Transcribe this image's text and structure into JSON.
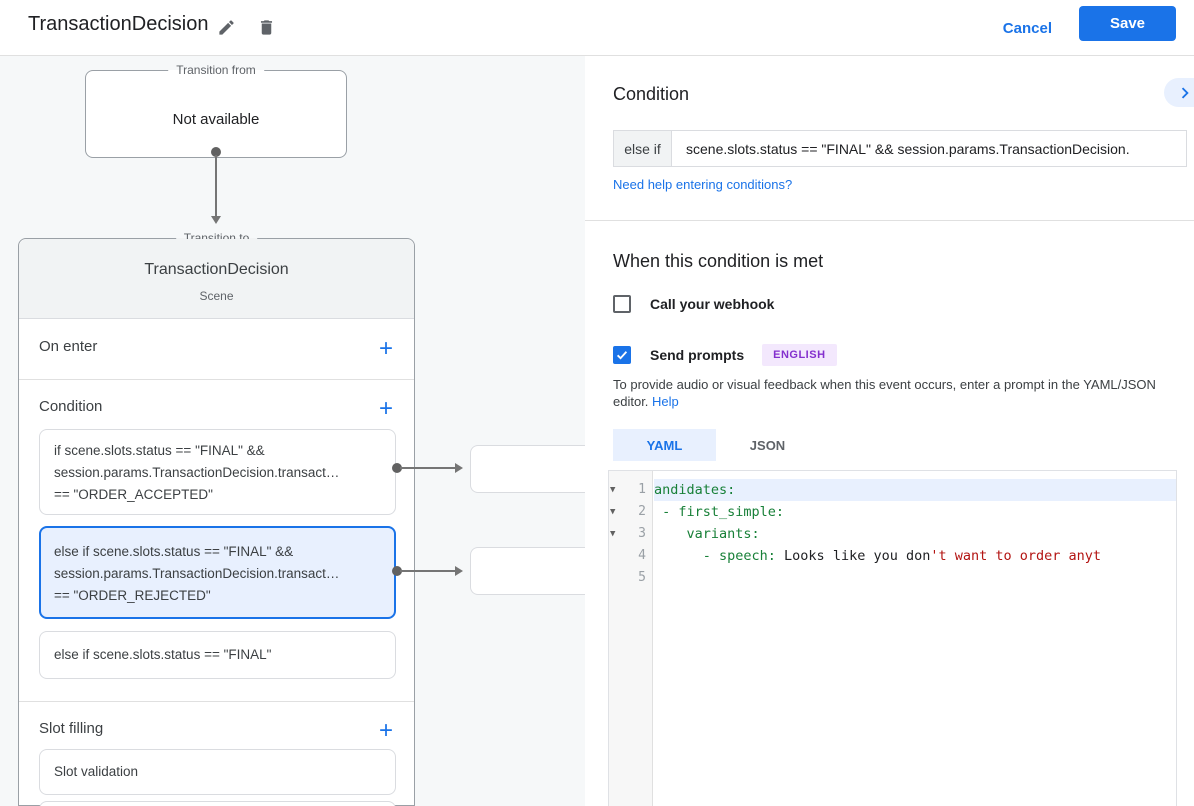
{
  "colors": {
    "accent": "#1a73e8",
    "selection_bg": "#e8f0fe",
    "canvas_bg": "#f6f8f9",
    "code_key_green": "#188038",
    "code_string_red": "#b31412",
    "badge_text": "#8430ce",
    "badge_bg": "#f3e8fd"
  },
  "header": {
    "title": "TransactionDecision",
    "cancel": "Cancel",
    "save": "Save"
  },
  "diagram": {
    "from_box": {
      "legend": "Transition from",
      "value": "Not available"
    },
    "scene": {
      "legend": "Transition to",
      "title": "TransactionDecision",
      "type": "Scene",
      "on_enter_label": "On enter",
      "condition_label": "Condition",
      "conditions": [
        {
          "selected": false,
          "lines": [
            "if scene.slots.status == \"FINAL\" &&",
            "session.params.TransactionDecision.transact…",
            "== \"ORDER_ACCEPTED\""
          ]
        },
        {
          "selected": true,
          "lines": [
            "else if scene.slots.status == \"FINAL\" &&",
            "session.params.TransactionDecision.transact…",
            "== \"ORDER_REJECTED\""
          ]
        },
        {
          "selected": false,
          "lines": [
            "else if scene.slots.status == \"FINAL\""
          ]
        }
      ],
      "slot_filling_label": "Slot filling",
      "slot_card": "Slot validation"
    }
  },
  "panel": {
    "title": "Condition",
    "condition_prefix": "else if",
    "condition_value": "scene.slots.status == \"FINAL\" && session.params.TransactionDecision.",
    "help_link": "Need help entering conditions?",
    "when_heading": "When this condition is met",
    "webhook_label": "Call your webhook",
    "prompts_label": "Send prompts",
    "language_badge": "ENGLISH",
    "hint_text": "To provide audio or visual feedback when this event occurs, enter a prompt in the YAML/JSON editor.",
    "hint_link": "Help",
    "tabs": {
      "yaml": "YAML",
      "json": "JSON"
    },
    "code": {
      "lines": [
        {
          "num": "1",
          "segments": [
            {
              "t": "andidates:"
            }
          ]
        },
        {
          "num": "2",
          "segments": [
            {
              "t": " - first_simple:"
            }
          ]
        },
        {
          "num": "3",
          "segments": [
            {
              "t": "    variants:"
            }
          ]
        },
        {
          "num": "4",
          "segments": [
            {
              "t": "      - speech:"
            },
            {
              "t": " Looks like you don"
            },
            {
              "t": "'t want to order anyt"
            }
          ]
        },
        {
          "num": "5",
          "segments": []
        }
      ]
    }
  }
}
